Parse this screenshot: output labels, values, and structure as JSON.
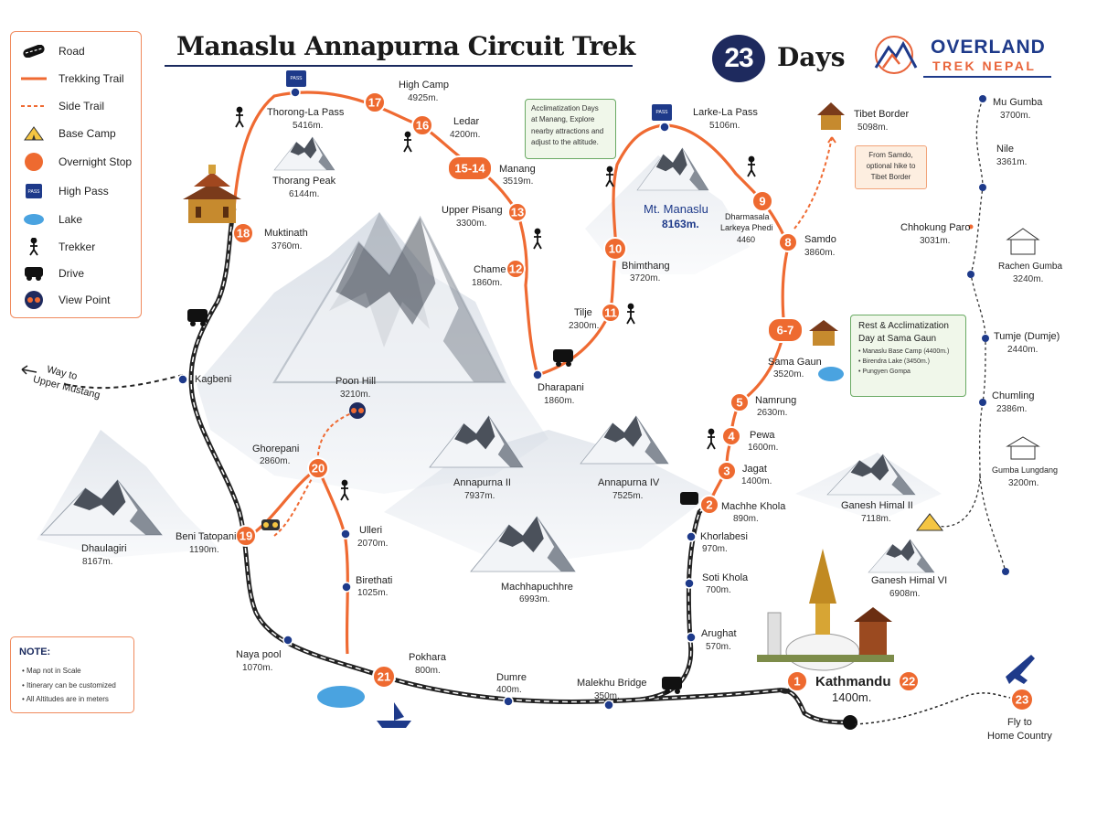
{
  "title": "Manaslu Annapurna Circuit Trek",
  "days": {
    "number": "23",
    "label": "Days"
  },
  "brand": {
    "line1": "OVERLAND",
    "line2": "TREK NEPAL"
  },
  "legend": [
    "Road",
    "Trekking Trail",
    "Side Trail",
    "Base Camp",
    "Overnight Stop",
    "High Pass",
    "Lake",
    "Trekker",
    "Drive",
    "View Point"
  ],
  "note": {
    "title": "NOTE:",
    "items": [
      "Map not in Scale",
      "Itinerary can be customized",
      "All Altitudes are in meters"
    ]
  },
  "way_to": {
    "line1": "Way to",
    "line2": "Upper Mustang"
  },
  "callouts": {
    "acclimatization": [
      "Acclimatization Days",
      "at Manang, Explore",
      "nearby attractions and",
      "adjust to the altitude."
    ],
    "samdo": [
      "From Samdo,",
      "optional hike to",
      "Tibet Border"
    ],
    "sama_title": [
      "Rest & Acclimatization",
      "Day at Sama Gaun"
    ],
    "sama_items": [
      "Manaslu Base Camp (4400m.)",
      "Birendra Lake (3450m.)",
      "Pungyen Gompa"
    ]
  },
  "stops": {
    "s1": {
      "num": "1",
      "name": "Kathmandu",
      "alt": "1400m."
    },
    "s22": {
      "num": "22"
    },
    "s23": {
      "num": "23",
      "name": "Fly to",
      "name2": "Home Country"
    },
    "s2": {
      "num": "2",
      "name": "Machhe Khola",
      "alt": "890m."
    },
    "s3": {
      "num": "3",
      "name": "Jagat",
      "alt": "1400m."
    },
    "s4": {
      "num": "4",
      "name": "Pewa",
      "alt": "1600m."
    },
    "s5": {
      "num": "5",
      "name": "Namrung",
      "alt": "2630m."
    },
    "s67": {
      "num": "6-7",
      "name": "Sama Gaun",
      "alt": "3520m."
    },
    "s8": {
      "num": "8",
      "name": "Samdo",
      "alt": "3860m."
    },
    "s9": {
      "num": "9",
      "name": "Dharmasala",
      "name2": "Larkeya Phedi",
      "alt": "4460"
    },
    "s10": {
      "num": "10",
      "name": "Bhimthang",
      "alt": "3720m."
    },
    "s11": {
      "num": "11",
      "name": "Tilje",
      "alt": "2300m."
    },
    "s12": {
      "num": "12",
      "name": "Chame",
      "alt": "1860m."
    },
    "s13": {
      "num": "13",
      "name": "Upper Pisang",
      "alt": "3300m."
    },
    "s1514": {
      "num": "15-14",
      "name": "Manang",
      "alt": "3519m."
    },
    "s16": {
      "num": "16",
      "name": "Ledar",
      "alt": "4200m."
    },
    "s17": {
      "num": "17",
      "name": "High Camp",
      "alt": "4925m."
    },
    "s18": {
      "num": "18",
      "name": "Muktinath",
      "alt": "3760m."
    },
    "s19": {
      "num": "19",
      "name": "Beni Tatopani",
      "alt": "1190m."
    },
    "s20": {
      "num": "20",
      "name": "Ghorepani",
      "alt": "2860m."
    },
    "s21": {
      "num": "21",
      "name": "Pokhara",
      "alt": "800m."
    }
  },
  "places": {
    "thorong_la": {
      "name": "Thorong-La Pass",
      "alt": "5416m."
    },
    "thorang_peak": {
      "name": "Thorang Peak",
      "alt": "6144m."
    },
    "larke_la": {
      "name": "Larke-La Pass",
      "alt": "5106m."
    },
    "mt_manaslu": {
      "name": "Mt. Manaslu",
      "alt": "8163m."
    },
    "tibet_border": {
      "name": "Tibet Border",
      "alt": "5098m."
    },
    "dharapani": {
      "name": "Dharapani",
      "alt": "1860m."
    },
    "kagbeni": {
      "name": "Kagbeni"
    },
    "poon_hill": {
      "name": "Poon Hill",
      "alt": "3210m."
    },
    "ulleri": {
      "name": "Ulleri",
      "alt": "2070m."
    },
    "birethati": {
      "name": "Birethati",
      "alt": "1025m."
    },
    "naya_pool": {
      "name": "Naya pool",
      "alt": "1070m."
    },
    "dumre": {
      "name": "Dumre",
      "alt": "400m."
    },
    "malekhu": {
      "name": "Malekhu Bridge",
      "alt": "350m."
    },
    "arughat": {
      "name": "Arughat",
      "alt": "570m."
    },
    "soti_khola": {
      "name": "Soti Khola",
      "alt": "700m."
    },
    "khorlabesi": {
      "name": "Khorlabesi",
      "alt": "970m."
    },
    "annapurna_ii": {
      "name": "Annapurna II",
      "alt": "7937m."
    },
    "annapurna_iv": {
      "name": "Annapurna IV",
      "alt": "7525m."
    },
    "machhapuchhre": {
      "name": "Machhapuchhre",
      "alt": "6993m."
    },
    "dhaulagiri": {
      "name": "Dhaulagiri",
      "alt": "8167m."
    },
    "ganesh_ii": {
      "name": "Ganesh Himal II",
      "alt": "7118m."
    },
    "ganesh_vi": {
      "name": "Ganesh Himal VI",
      "alt": "6908m."
    },
    "mu_gumba": {
      "name": "Mu Gumba",
      "alt": "3700m."
    },
    "nile": {
      "name": "Nile",
      "alt": "3361m."
    },
    "chhokung": {
      "name": "Chhokung Paro",
      "alt": "3031m."
    },
    "rachen": {
      "name": "Rachen Gumba",
      "alt": "3240m."
    },
    "tumje": {
      "name": "Tumje (Dumje)",
      "alt": "2440m."
    },
    "chumling": {
      "name": "Chumling",
      "alt": "2386m."
    },
    "lungdang": {
      "name": "Gumba Lungdang",
      "alt": "3200m."
    }
  },
  "colors": {
    "trail": "#ef6a32",
    "road": "#222222",
    "navy": "#1e2a5e",
    "stop": "#ee6a30"
  }
}
